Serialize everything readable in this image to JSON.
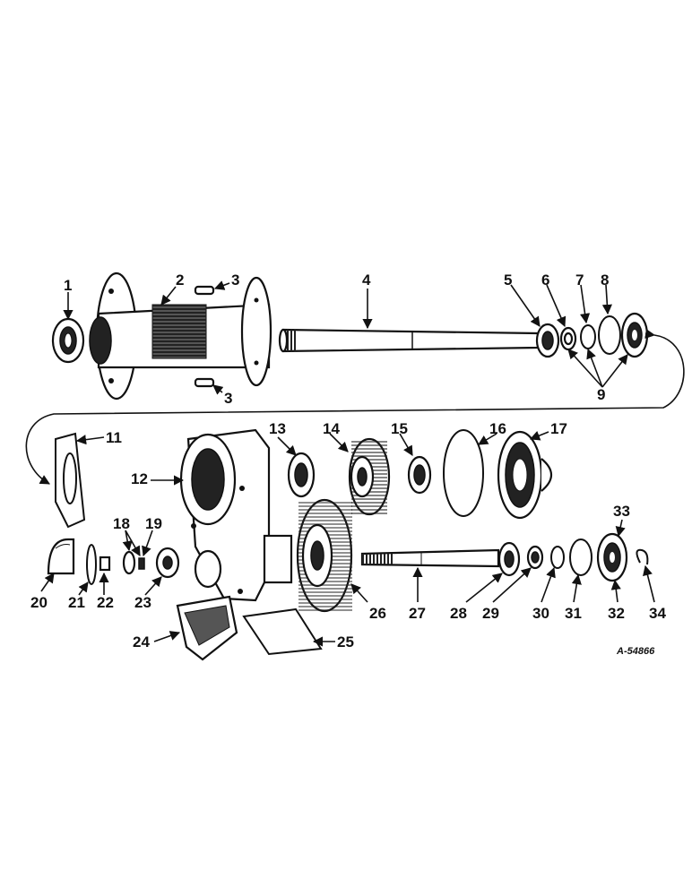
{
  "callouts": [
    "1",
    "2",
    "3",
    "3",
    "4",
    "5",
    "6",
    "7",
    "8",
    "9",
    "11",
    "12",
    "13",
    "14",
    "15",
    "16",
    "17",
    "18",
    "19",
    "20",
    "21",
    "22",
    "23",
    "24",
    "25",
    "26",
    "27",
    "28",
    "29",
    "30",
    "31",
    "32",
    "33",
    "34"
  ],
  "figure_code": "A-54866"
}
